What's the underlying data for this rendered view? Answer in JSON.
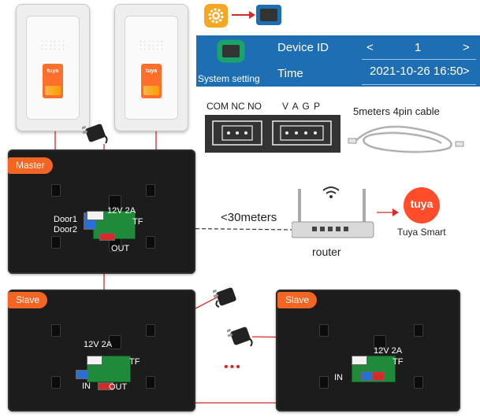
{
  "colors": {
    "wire": "#d42a2a",
    "panel_blue": "#1e6eb4",
    "master_badge": "#f26522",
    "tuya_orange": "#ff4c2a",
    "monitor_black": "#1c1c1c"
  },
  "master_badge": "Master",
  "slave_badge": "Slave",
  "master_labels": {
    "door1": "Door1",
    "door2": "Door2",
    "power": "12V 2A",
    "tf": "TF",
    "out": "OUT"
  },
  "slave_left_labels": {
    "power": "12V 2A",
    "tf": "TF",
    "in": "IN",
    "out": "OUT"
  },
  "slave_right_labels": {
    "power": "12V 2A",
    "tf": "TF",
    "in": "IN"
  },
  "ellipsis": "•••",
  "settings_panel": {
    "label": "System setting",
    "device_id_label": "Device ID",
    "device_id_prev": "<",
    "device_id_value": "1",
    "device_id_next": ">",
    "time_label": "Time",
    "time_value": "2021-10-26 16:50",
    "time_next": ">"
  },
  "connector_labels": {
    "com_nc_no": "COM NC NO",
    "vagp": "V  A  G  P"
  },
  "cable_label": "5meters 4pin cable",
  "distance_label": "<30meters",
  "router_label": "router",
  "tuya": {
    "logo_text": "tuya",
    "label": "Tuya Smart"
  },
  "icons": {
    "gear": "gear-icon",
    "arrow": "arrow-right-icon",
    "screen": "monitor-icon",
    "wifi": "wifi-icon",
    "adapter": "power-adapter-icon"
  }
}
